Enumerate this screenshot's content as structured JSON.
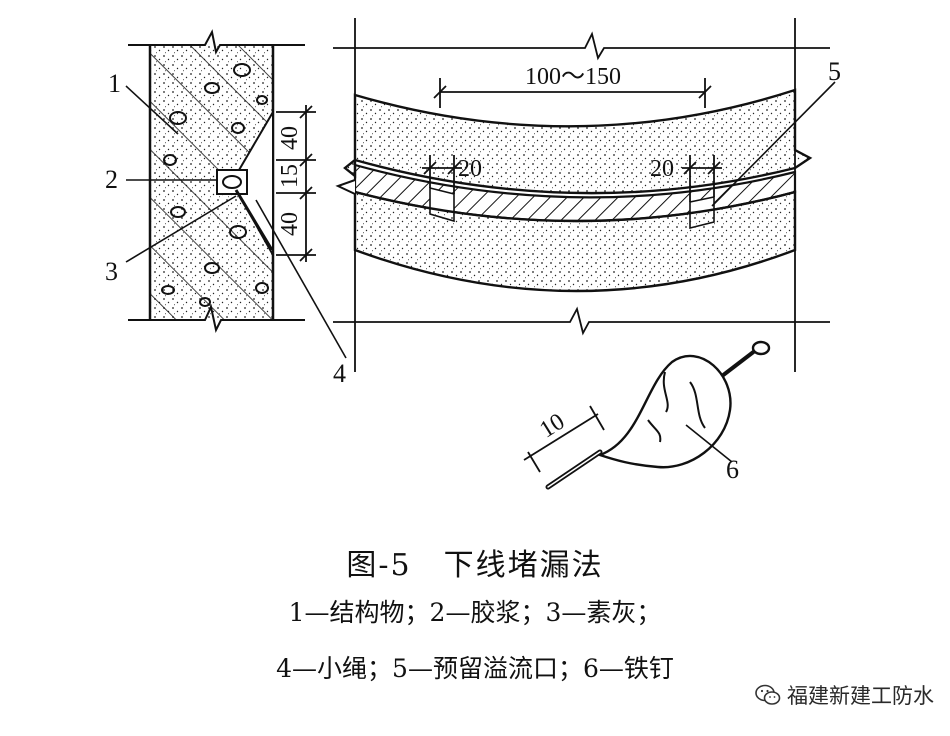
{
  "labels": {
    "n1": "1",
    "n2": "2",
    "n3": "3",
    "n4": "4",
    "n5": "5",
    "n6": "6"
  },
  "dimensions": {
    "d40a": "40",
    "d15": "15",
    "d40b": "40",
    "span": "100～150",
    "left20": "20",
    "right20": "20",
    "nail": "10"
  },
  "caption": {
    "title": "图-5　下线堵漏法",
    "line1": "1—结构物；2—胶浆；3—素灰；",
    "line2": "4—小绳；5—预留溢流口；6—铁钉"
  },
  "watermark": {
    "icon": "wechat-icon",
    "text": "福建新建工防水"
  }
}
